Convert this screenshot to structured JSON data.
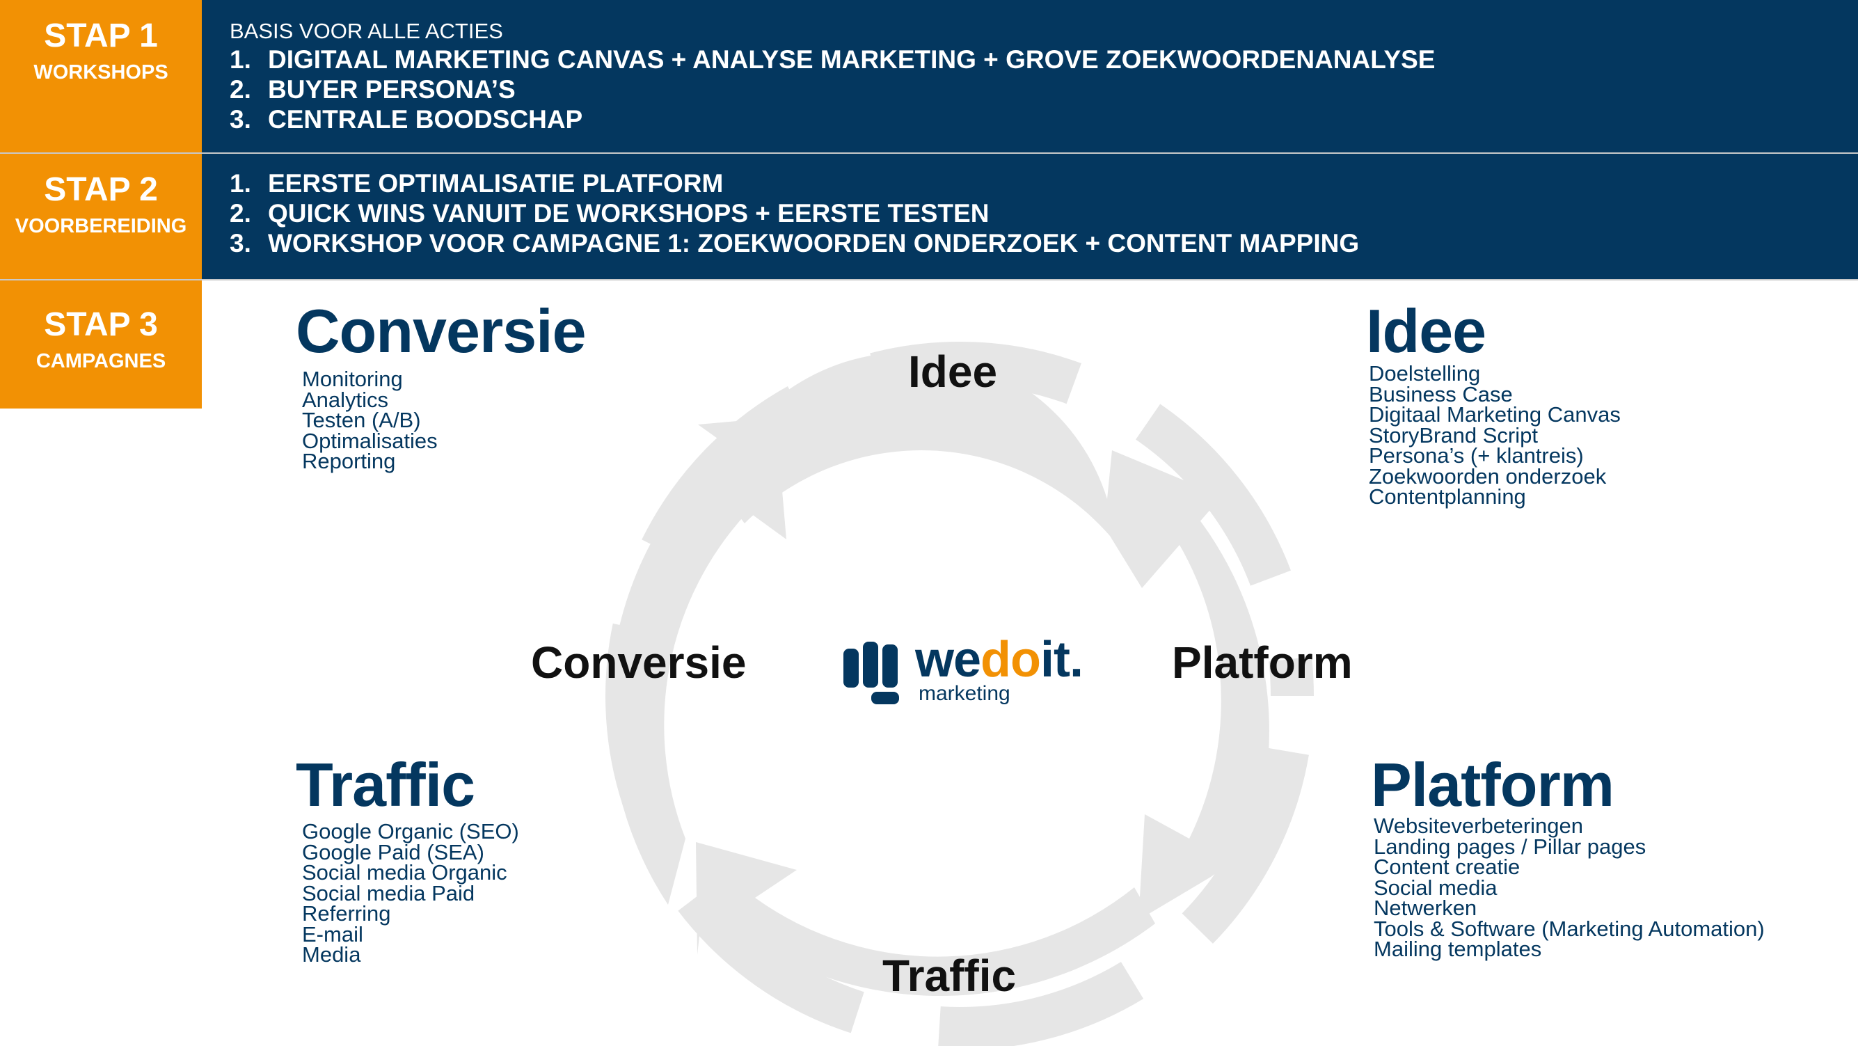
{
  "steps": [
    {
      "title": "STAP 1",
      "subtitle": "WORKSHOPS",
      "intro": "BASIS VOOR ALLE ACTIES",
      "items": [
        {
          "num": "1.",
          "text": "DIGITAAL MARKETING CANVAS + ANALYSE MARKETING + GROVE ZOEKWOORDENANALYSE"
        },
        {
          "num": "2.",
          "text": "BUYER PERSONA’S"
        },
        {
          "num": "3.",
          "text": "CENTRALE BOODSCHAP"
        }
      ]
    },
    {
      "title": "STAP 2",
      "subtitle": "VOORBEREIDING",
      "items": [
        {
          "num": "1.",
          "text": "EERSTE OPTIMALISATIE PLATFORM"
        },
        {
          "num": "2.",
          "text": "QUICK WINS VANUIT DE WORKSHOPS + EERSTE TESTEN"
        },
        {
          "num": "3.",
          "text": "WORKSHOP VOOR CAMPAGNE 1: ZOEKWOORDEN ONDERZOEK + CONTENT MAPPING"
        }
      ]
    },
    {
      "title": "STAP 3",
      "subtitle": "CAMPAGNES"
    }
  ],
  "cycle": {
    "top": "Idee",
    "right": "Platform",
    "bottom": "Traffic",
    "left": "Conversie",
    "arrow_color": "#E6E6E6"
  },
  "logo": {
    "main_prefix": "we",
    "main_accent": "do",
    "main_suffix": "it.",
    "sub": "marketing",
    "brand_color": "#04375F",
    "accent_color": "#F29104"
  },
  "sections": {
    "conversie": {
      "title": "Conversie",
      "items": [
        "Monitoring",
        "Analytics",
        "Testen (A/B)",
        "Optimalisaties",
        "Reporting"
      ]
    },
    "idee": {
      "title": "Idee",
      "items": [
        "Doelstelling",
        "Business Case",
        "Digitaal Marketing Canvas",
        "StoryBrand Script",
        "Persona’s (+ klantreis)",
        "Zoekwoorden onderzoek",
        "Contentplanning"
      ]
    },
    "traffic": {
      "title": "Traffic",
      "items": [
        "Google Organic (SEO)",
        "Google Paid (SEA)",
        "Social media Organic",
        "Social media Paid",
        "Referring",
        "E-mail",
        "Media"
      ]
    },
    "platform": {
      "title": "Platform",
      "items": [
        "Websiteverbeteringen",
        "Landing pages / Pillar pages",
        "Content creatie",
        "Social media",
        "Netwerken",
        "Tools & Software (Marketing Automation)",
        "Mailing templates"
      ]
    }
  },
  "colors": {
    "orange": "#F29104",
    "navy": "#04375F"
  }
}
